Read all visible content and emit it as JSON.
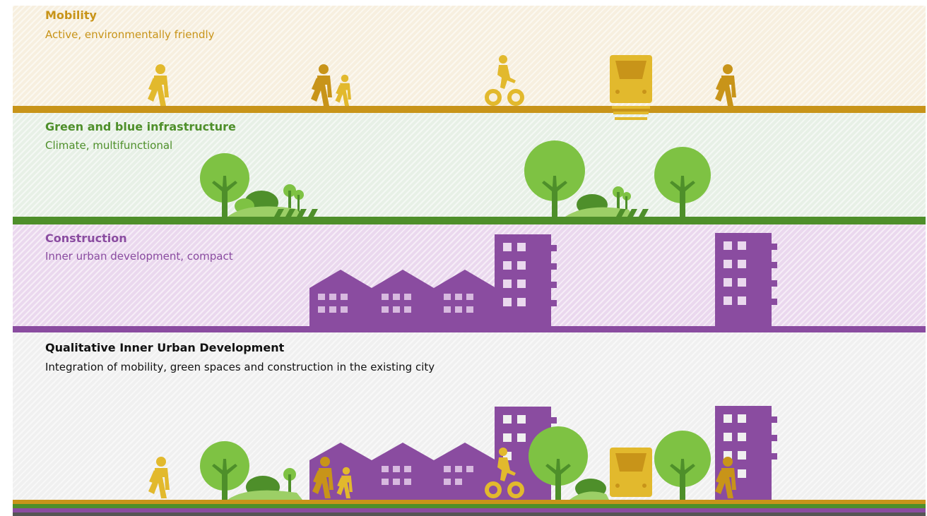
{
  "colors": {
    "mobility": "#c89419",
    "mobility_fill": "#e2b92d",
    "mobility_bg": "#f7efdf",
    "green": "#4e8f2a",
    "light_green": "#7ec243",
    "green_bg": "#e7f0e6",
    "construction": "#8a4ca0",
    "construction_bg": "#ead8ee",
    "qual_bg": "#f0f0f0",
    "black": "#111111"
  },
  "bands": {
    "mobility": {
      "title": "Mobility",
      "subtitle": "Active, environmentally friendly"
    },
    "green": {
      "title": "Green and blue infrastructure",
      "subtitle": "Climate, multifunctional"
    },
    "construction": {
      "title": "Construction",
      "subtitle": "Inner urban development, compact"
    },
    "qualitative": {
      "title": "Qualitative Inner Urban Development",
      "subtitle": "Integration of mobility, green spaces and construction in the existing city"
    }
  },
  "icons": {
    "mobility": [
      "walking-person-icon",
      "adult-with-child-icon",
      "cyclist-icon",
      "tram-icon",
      "walking-person-icon"
    ],
    "green": [
      "tree-with-bushes-icon",
      "park-icon",
      "tree-icon"
    ],
    "construction": [
      "row-houses-icon",
      "apartment-block-icon"
    ]
  }
}
